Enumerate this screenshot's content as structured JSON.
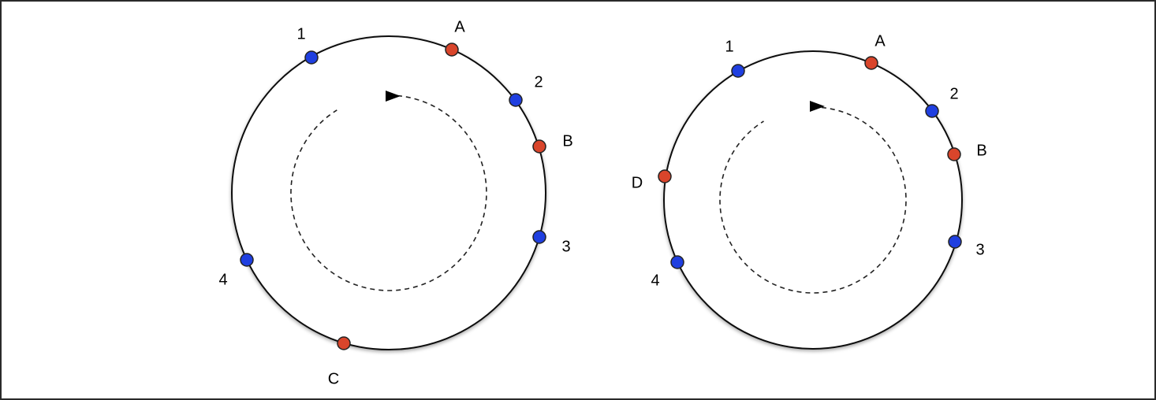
{
  "colors": {
    "frame_border": "#2a2a2a",
    "background": "#ffffff",
    "ring_stroke": "#111111",
    "node_blue": "#1f3fe0",
    "node_red": "#d9452b",
    "node_stroke": "#222222",
    "dash_stroke": "#222222"
  },
  "rings": [
    {
      "id": "left",
      "nodes": [
        {
          "label": "1",
          "kind": "blue"
        },
        {
          "label": "A",
          "kind": "red"
        },
        {
          "label": "2",
          "kind": "blue"
        },
        {
          "label": "B",
          "kind": "red"
        },
        {
          "label": "3",
          "kind": "blue"
        },
        {
          "label": "C",
          "kind": "red"
        },
        {
          "label": "4",
          "kind": "blue"
        }
      ],
      "direction": "clockwise"
    },
    {
      "id": "right",
      "nodes": [
        {
          "label": "1",
          "kind": "blue"
        },
        {
          "label": "A",
          "kind": "red"
        },
        {
          "label": "2",
          "kind": "blue"
        },
        {
          "label": "B",
          "kind": "red"
        },
        {
          "label": "3",
          "kind": "blue"
        },
        {
          "label": "4",
          "kind": "blue"
        },
        {
          "label": "D",
          "kind": "red"
        }
      ],
      "direction": "clockwise"
    }
  ]
}
